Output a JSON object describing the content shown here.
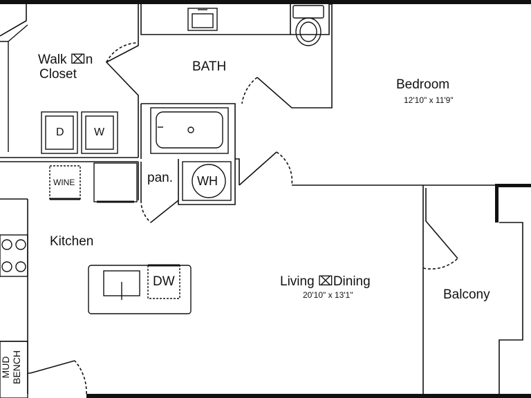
{
  "colors": {
    "wall": "#111111",
    "background": "#ffffff"
  },
  "rooms": {
    "walk_in_closet": "Walk ⌧n\nCloset",
    "walk_in_closet_line1": "Walk ⌧n",
    "walk_in_closet_line2": "Closet",
    "bath": "BATH",
    "bedroom": "Bedroom",
    "bedroom_dim": "12'10\" x 11'9\"",
    "kitchen": "Kitchen",
    "living_dining": "Living ⌧Dining",
    "living_dining_dim": "20'10\" x 13'1\"",
    "balcony": "Balcony",
    "pantry": "pan.",
    "mud_bench_line1": "MUD",
    "mud_bench_line2": "BENCH"
  },
  "fixtures": {
    "dryer": "D",
    "washer": "W",
    "wine": "WINE",
    "water_heater": "WH",
    "dishwasher": "DW"
  }
}
